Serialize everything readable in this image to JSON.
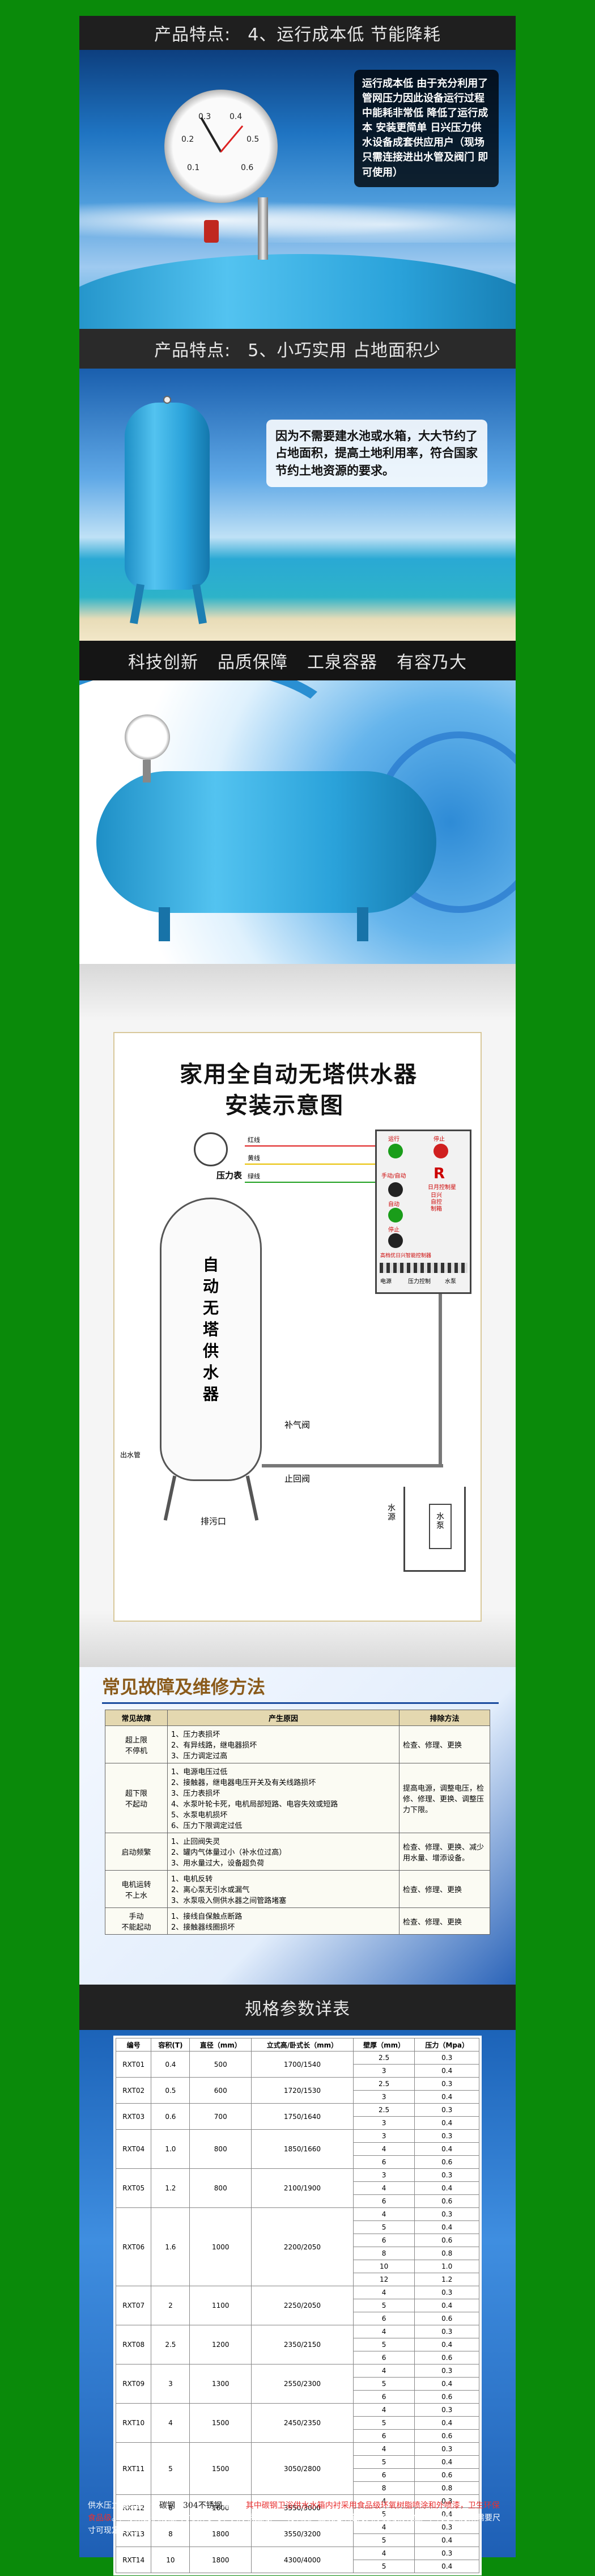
{
  "feature4": {
    "label": "产品特点:",
    "title": "4、运行成本低 节能降耗",
    "text": "运行成本低 由于充分利用了管网压力因此设备运行过程中能耗非常低 降低了运行成本 安装更简单 日兴压力供水设备成套供应用户（现场只需连接进出水管及阀门 即可使用）",
    "gauge_scale": [
      "0.1",
      "0.2",
      "0.3",
      "0.4",
      "0.5",
      "0.6"
    ]
  },
  "feature5": {
    "label": "产品特点:",
    "title": "5、小巧实用 占地面积少",
    "text": "因为不需要建水池或水箱，大大节约了占地面积，提高土地利用率，符合国家节约土地资源的要求。"
  },
  "slogan": [
    "科技创新",
    "品质保障",
    "工泉容器",
    "有容乃大"
  ],
  "diagram": {
    "title1": "家用全自动无塔供水器",
    "title2": "安装示意图",
    "pressure_gauge": "压力表",
    "tank_text": [
      "自",
      "动",
      "无",
      "塔",
      "供",
      "水",
      "器"
    ],
    "wires": [
      "红线",
      "黄线",
      "绿线"
    ],
    "air_valve": "补气阀",
    "stop_valve": "止回阀",
    "outlet": "出水管",
    "drain": "排污口",
    "water_source": "水源",
    "pump": "水泵",
    "panel_labels": [
      "运行",
      "停止",
      "手动/自动",
      "日月控制星",
      "自动",
      "停止",
      "日兴自控制箱",
      "电源",
      "压力控制",
      "水泵"
    ],
    "panel_bottom": "高档优日兴智能控制器"
  },
  "faults": {
    "title": "常见故障及维修方法",
    "headers": [
      "常见故障",
      "产生原因",
      "排除方法"
    ],
    "rows": [
      {
        "fault": "超上限\n不停机",
        "causes": "1、压力表损坏\n2、有异线路，继电器损坏\n3、压力调定过高",
        "fix": "检查、修理、更换"
      },
      {
        "fault": "超下限\n不起动",
        "causes": "1、电源电压过低\n2、接触器，继电器电压开关及有关线路损坏\n3、压力表损坏\n4、水泵叶轮卡死，电机局部短路、电容失效或短路\n5、水泵电机损坏\n6、压力下限调定过低",
        "fix": "提高电源，调整电压，检修、修理、更换、调整压力下限。"
      },
      {
        "fault": "启动频繁",
        "causes": "1、止回阀失灵\n2、罐内气体量过小（补水位过高）\n3、用水量过大，设备超负荷",
        "fix": "检查、修理、更换、减少用水量、增添设备。"
      },
      {
        "fault": "电机运转\n不上水",
        "causes": "1、电机反转\n2、离心泵无引水或漏气\n3、水泵吸入侧供水器之间管路堵塞",
        "fix": "检查、修理、更换"
      },
      {
        "fault": "手动\n不能起动",
        "causes": "1、接线自保触点断路\n2、接触器线圈损坏",
        "fix": "检查、修理、更换"
      }
    ]
  },
  "specs": {
    "title": "规格参数详表",
    "headers": [
      "编号",
      "容积(T)",
      "直径（mm）",
      "立式高/卧式长（mm）",
      "壁厚（mm）",
      "压力（Mpa）"
    ],
    "rows": [
      {
        "id": "RXT01",
        "vol": "0.4",
        "dia": "500",
        "len": "1700/1540",
        "wall": [
          "2.5",
          "3"
        ],
        "pres": [
          "0.3",
          "0.4"
        ]
      },
      {
        "id": "RXT02",
        "vol": "0.5",
        "dia": "600",
        "len": "1720/1530",
        "wall": [
          "2.5",
          "3"
        ],
        "pres": [
          "0.3",
          "0.4"
        ]
      },
      {
        "id": "RXT03",
        "vol": "0.6",
        "dia": "700",
        "len": "1750/1640",
        "wall": [
          "2.5",
          "3"
        ],
        "pres": [
          "0.3",
          "0.4"
        ]
      },
      {
        "id": "RXT04",
        "vol": "1.0",
        "dia": "800",
        "len": "1850/1660",
        "wall": [
          "3",
          "4",
          "6"
        ],
        "pres": [
          "0.3",
          "0.4",
          "0.6"
        ]
      },
      {
        "id": "RXT05",
        "vol": "1.2",
        "dia": "800",
        "len": "2100/1900",
        "wall": [
          "3",
          "4",
          "6"
        ],
        "pres": [
          "0.3",
          "0.4",
          "0.6"
        ]
      },
      {
        "id": "RXT06",
        "vol": "1.6",
        "dia": "1000",
        "len": "2200/2050",
        "wall": [
          "4",
          "5",
          "6",
          "8",
          "10",
          "12"
        ],
        "pres": [
          "0.3",
          "0.4",
          "0.6",
          "0.8",
          "1.0",
          "1.2"
        ]
      },
      {
        "id": "RXT07",
        "vol": "2",
        "dia": "1100",
        "len": "2250/2050",
        "wall": [
          "4",
          "5",
          "6"
        ],
        "pres": [
          "0.3",
          "0.4",
          "0.6"
        ]
      },
      {
        "id": "RXT08",
        "vol": "2.5",
        "dia": "1200",
        "len": "2350/2150",
        "wall": [
          "4",
          "5",
          "6"
        ],
        "pres": [
          "0.3",
          "0.4",
          "0.6"
        ]
      },
      {
        "id": "RXT09",
        "vol": "3",
        "dia": "1300",
        "len": "2550/2300",
        "wall": [
          "4",
          "5",
          "6"
        ],
        "pres": [
          "0.3",
          "0.4",
          "0.6"
        ]
      },
      {
        "id": "RXT10",
        "vol": "4",
        "dia": "1500",
        "len": "2450/2350",
        "wall": [
          "4",
          "5",
          "6"
        ],
        "pres": [
          "0.3",
          "0.4",
          "0.6"
        ]
      },
      {
        "id": "RXT11",
        "vol": "5",
        "dia": "1500",
        "len": "3050/2800",
        "wall": [
          "4",
          "5",
          "6",
          "8"
        ],
        "pres": [
          "0.3",
          "0.4",
          "0.6",
          "0.8"
        ]
      },
      {
        "id": "RXT12",
        "vol": "6",
        "dia": "1600",
        "len": "3550/3000",
        "wall": [
          "4",
          "5"
        ],
        "pres": [
          "0.3",
          "0.4"
        ]
      },
      {
        "id": "RXT13",
        "vol": "8",
        "dia": "1800",
        "len": "3550/3200",
        "wall": [
          "4",
          "5"
        ],
        "pres": [
          "0.3",
          "0.4"
        ]
      },
      {
        "id": "RXT14",
        "vol": "10",
        "dia": "1800",
        "len": "4300/4000",
        "wall": [
          "4",
          "5"
        ],
        "pres": [
          "0.3",
          "0.4"
        ]
      }
    ],
    "note_a": "供水压力罐材质分为",
    "note_b": "碳钢",
    "note_c": "和",
    "note_d": "304不锈钢",
    "note_e": "两种，",
    "note_f": "其中碳钢卫浴供水水箱内衬采用食品级环氧树脂喷涂和外喷漆，卫生环保食品级",
    "note_g": "。厂家所提供规格尺寸仅作参考，实际根据用户工况以及产品设定来定为实际使用情况生产，对于买方所需要尺寸可现定定制。"
  }
}
